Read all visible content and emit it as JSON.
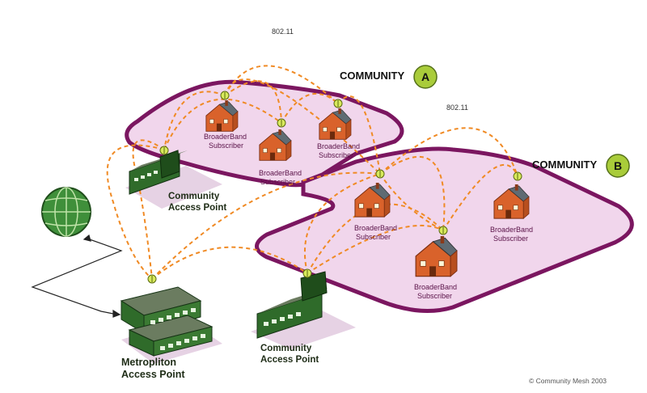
{
  "protocol_labels": [
    "802.11",
    "802.11"
  ],
  "communities": [
    {
      "label": "COMMUNITY",
      "badge": "A"
    },
    {
      "label": "COMMUNITY",
      "badge": "B"
    }
  ],
  "subscribers": [
    {
      "line1": "BroaderBand",
      "line2": "Subscriber"
    },
    {
      "line1": "BroaderBand",
      "line2": "Subscriber"
    },
    {
      "line1": "BroaderBand",
      "line2": "Subscriber"
    },
    {
      "line1": "BroaderBand",
      "line2": "Subscriber"
    },
    {
      "line1": "BroaderBand",
      "line2": "Subscriber"
    },
    {
      "line1": "BroaderBand",
      "line2": "Subscriber"
    }
  ],
  "community_access_points": [
    {
      "line1": "Community",
      "line2": "Access Point"
    },
    {
      "line1": "Community",
      "line2": "Access Point"
    }
  ],
  "metro_access_point": {
    "line1": "Metropliton",
    "line2": "Access Point"
  },
  "copyright": "© Community Mesh 2003",
  "colors": {
    "zone_fill": "#f1d6ec",
    "zone_stroke": "#7b1660",
    "link": "#f08a24",
    "badge": "#a9cc3a",
    "building": "#2f6b2a",
    "house": "#d9622b"
  }
}
